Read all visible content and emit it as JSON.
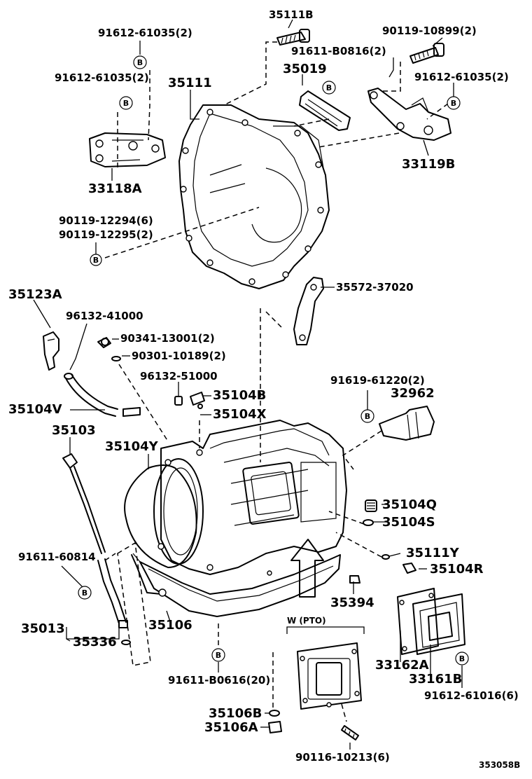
{
  "labels": {
    "p35111B": "35111B",
    "p91612_61035_a": "91612-61035(2)",
    "p90119_10899": "90119-10899(2)",
    "p91611_B0816": "91611-B0816(2)",
    "p91612_61035_b": "91612-61035(2)",
    "p35111": "35111",
    "p35019": "35019",
    "p91612_61035_c": "91612-61035(2)",
    "p33119B": "33119B",
    "p33118A": "33118A",
    "p90119_12294": "90119-12294(6)",
    "p90119_12295": "90119-12295(2)",
    "p35572_37020": "35572-37020",
    "p35123A": "35123A",
    "p96132_41000": "96132-41000",
    "p90341_13001": "90341-13001(2)",
    "p90301_10189": "90301-10189(2)",
    "p96132_51000": "96132-51000",
    "p35104B": "35104B",
    "p35104V": "35104V",
    "p35104X": "35104X",
    "p91619_61220": "91619-61220(2)",
    "p32962": "32962",
    "p35103": "35103",
    "p35104Y": "35104Y",
    "p35104Q": "35104Q",
    "p35104S": "35104S",
    "p91611_60814": "91611-60814",
    "p35111Y": "35111Y",
    "p35104R": "35104R",
    "p35013": "35013",
    "p35106": "35106",
    "p35394": "35394",
    "p35336": "35336",
    "pto": "W (PTO)",
    "p33162A": "33162A",
    "p33161B": "33161B",
    "p91612_61016": "91612-61016(6)",
    "p91611_B0616": "91611-B0616(20)",
    "p35106B": "35106B",
    "p35106A": "35106A",
    "p90116_10213": "90116-10213(6)",
    "figure_code": "353058B"
  },
  "marker": "B"
}
